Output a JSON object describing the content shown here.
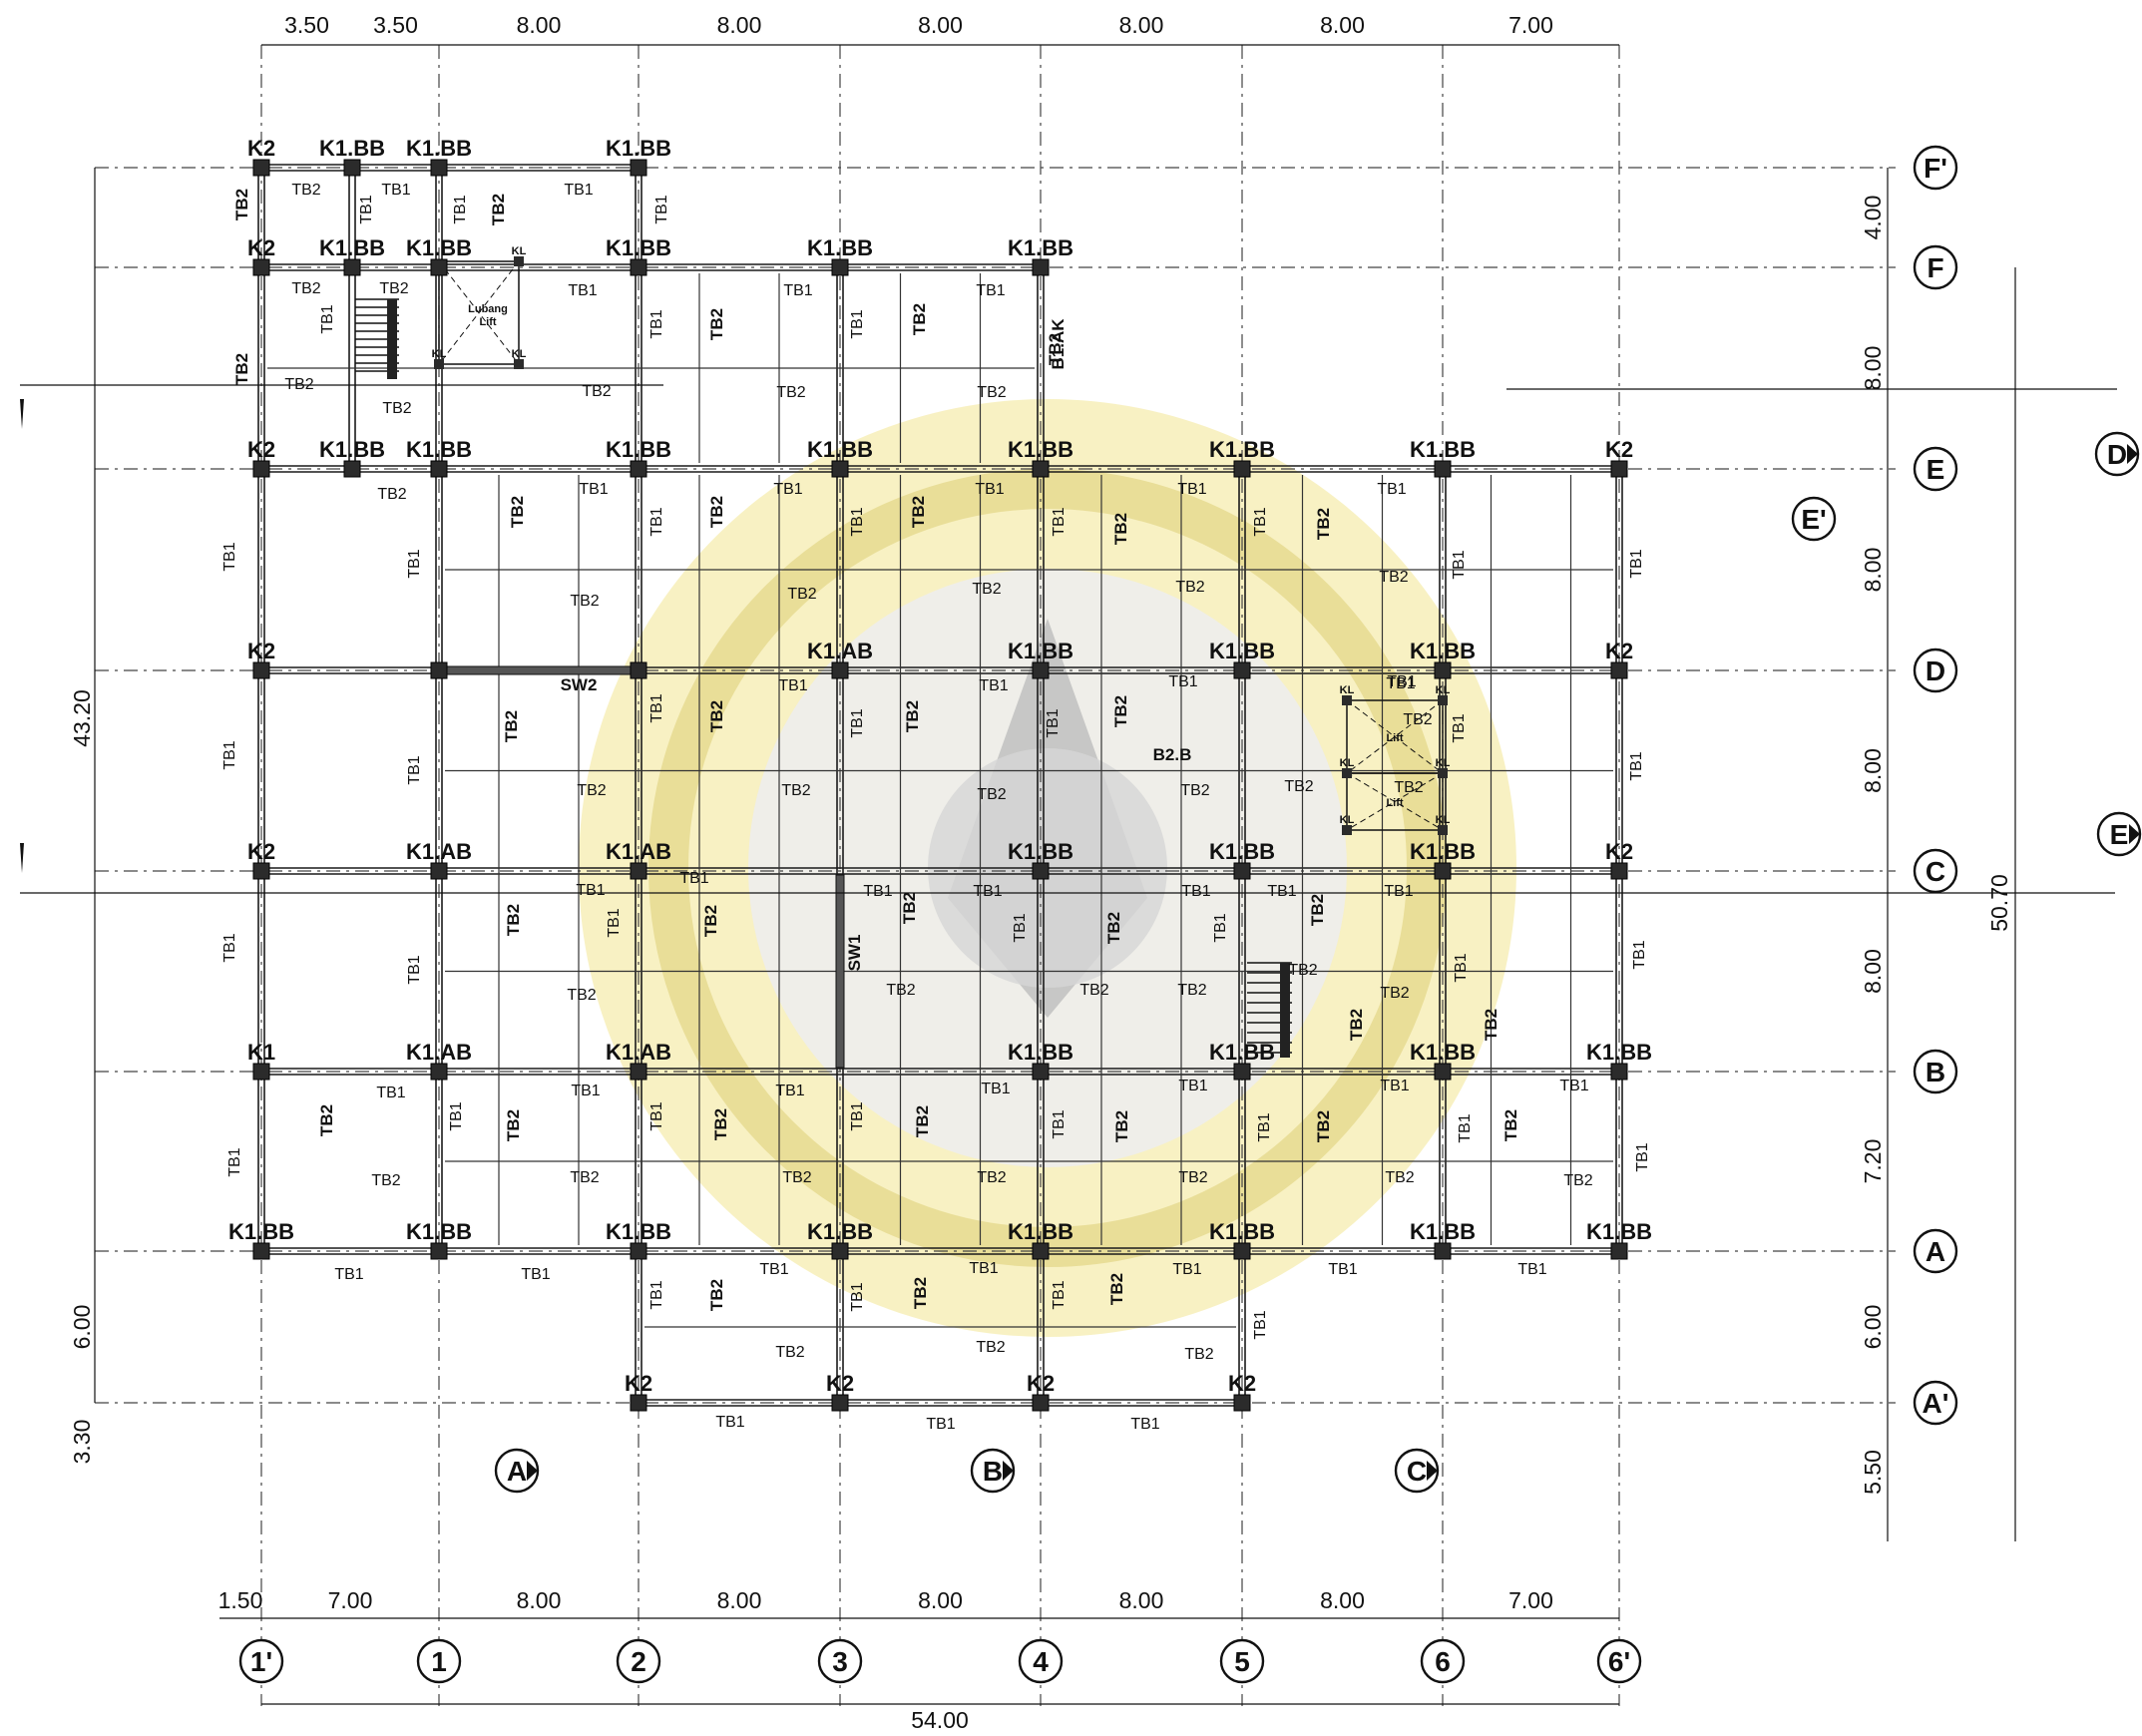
{
  "grid": {
    "x_labels": [
      "1'",
      "1",
      "2",
      "3",
      "4",
      "5",
      "6",
      "6'"
    ],
    "y_labels": [
      "F'",
      "F",
      "E",
      "E'",
      "D",
      "C",
      "B",
      "A",
      "A'"
    ]
  },
  "dimensions": {
    "top": [
      "3.50",
      "3.50",
      "8.00",
      "8.00",
      "8.00",
      "8.00",
      "8.00",
      "7.00"
    ],
    "bottom": [
      "1.50",
      "7.00",
      "8.00",
      "8.00",
      "8.00",
      "8.00",
      "8.00",
      "7.00"
    ],
    "right": [
      "4.00",
      "8.00",
      "8.00",
      "8.00",
      "8.00",
      "7.20",
      "6.00",
      "5.50"
    ],
    "left": [
      "43.20",
      "6.00",
      "3.30"
    ],
    "total_width": "54.00",
    "total_height": "50.70"
  },
  "section_markers": [
    "A",
    "B",
    "C",
    "D",
    "E"
  ],
  "labels": {
    "k2": "K2",
    "k1": "K1",
    "k1bb": "K1.BB",
    "k1ab": "K1.AB",
    "kl": "KL",
    "tb1": "TB1",
    "tb2": "TB2",
    "sw1": "SW1",
    "sw2": "SW2",
    "b1ak": "B1.AK",
    "b2b": "B2.B",
    "lift": "Lift",
    "lubang_lift_1": "Lubang",
    "lubang_lift_2": "Lift"
  },
  "colors": {
    "line": "#1a1a1a",
    "column": "#2b2b2b",
    "watermark": "#f3e9a2",
    "watermark_grey": "#c9c9c9"
  }
}
